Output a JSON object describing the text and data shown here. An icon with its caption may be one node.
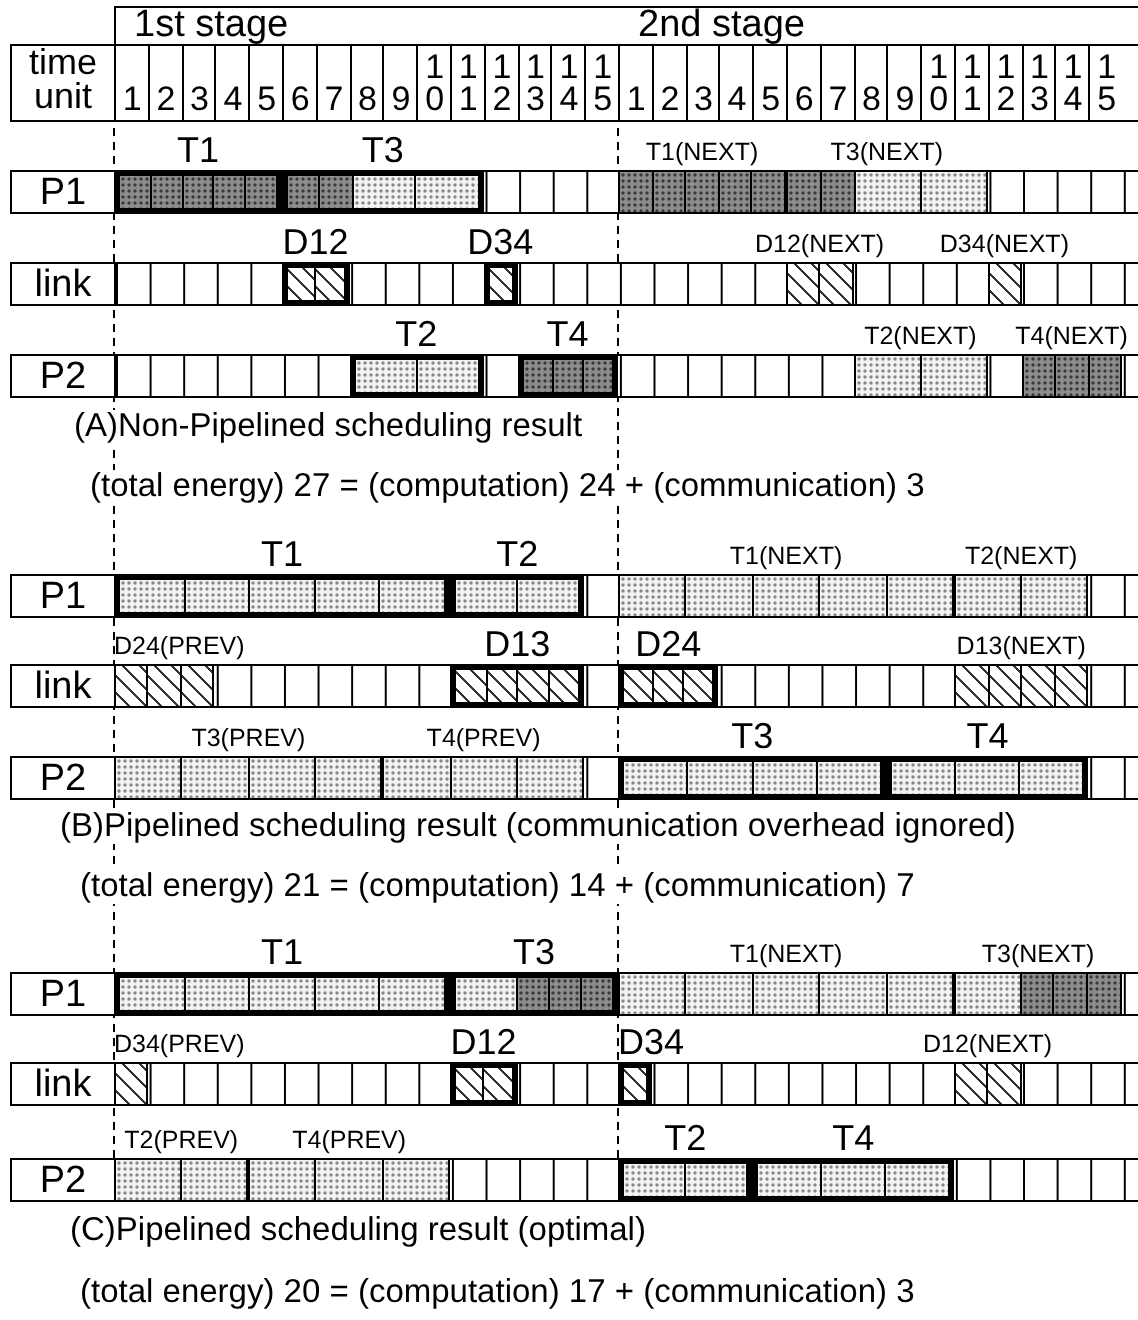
{
  "diagram": {
    "nodes": [
      {
        "text": [
          "P1"
        ]
      },
      {
        "text": [
          "T1"
        ]
      },
      {
        "text": [
          "T3"
        ]
      },
      {
        "text": [
          "T1(NEXT)"
        ]
      },
      {
        "text": [
          "T3(NEXT)"
        ]
      },
      {
        "text": [
          "link"
        ]
      },
      {
        "text": [
          "D12"
        ]
      },
      {
        "text": [
          "D34"
        ]
      },
      {
        "text": [
          "D12(NEXT)"
        ]
      },
      {
        "text": [
          "D34(NEXT)"
        ]
      },
      {
        "text": [
          "P2"
        ]
      },
      {
        "text": [
          "T2"
        ]
      },
      {
        "text": [
          "T4"
        ]
      },
      {
        "text": [
          "T2(NEXT)"
        ]
      },
      {
        "text": [
          "T4(NEXT)"
        ]
      },
      {
        "text": [
          "P1"
        ]
      },
      {
        "text": [
          "T1"
        ]
      },
      {
        "text": [
          "T2"
        ]
      },
      {
        "text": [
          "T1(NEXT)"
        ]
      },
      {
        "text": [
          "T2(NEXT)"
        ]
      },
      {
        "text": [
          "link"
        ]
      },
      {
        "text": [
          "D24(PREV)"
        ]
      },
      {
        "text": [
          "D13"
        ]
      },
      {
        "text": [
          "D24"
        ]
      },
      {
        "text": [
          "D13(NEXT)"
        ]
      },
      {
        "text": [
          "P2"
        ]
      },
      {
        "text": [
          "T3(PREV)"
        ]
      },
      {
        "text": [
          "T4(PREV)"
        ]
      },
      {
        "text": [
          "T3"
        ]
      },
      {
        "text": [
          "T4"
        ]
      },
      {
        "text": [
          "P1"
        ]
      },
      {
        "text": [
          "T1"
        ]
      },
      {
        "text": [
          "T3"
        ]
      },
      {
        "text": [
          "T1(NEXT)"
        ]
      },
      {
        "text": [
          "T3(NEXT)"
        ]
      },
      {
        "text": [
          "link"
        ]
      },
      {
        "text": [
          "D34(PREV)"
        ]
      },
      {
        "text": [
          "D12"
        ]
      },
      {
        "text": [
          "D34"
        ]
      },
      {
        "text": [
          "D12(NEXT)"
        ]
      },
      {
        "text": [
          "P2"
        ]
      },
      {
        "text": [
          "T2(PREV)"
        ]
      },
      {
        "text": [
          "T4(PREV)"
        ]
      },
      {
        "text": [
          "T2"
        ]
      },
      {
        "text": [
          "T4"
        ]
      }
    ],
    "labels": [
      "1st stage",
      "2nd stage",
      "time unit",
      "1",
      "2",
      "3",
      "4",
      "5",
      "6",
      "7",
      "8",
      "9",
      "10",
      "11",
      "12",
      "13",
      "14",
      "15",
      "1",
      "2",
      "3",
      "4",
      "5",
      "6",
      "7",
      "8",
      "9",
      "10",
      "11",
      "12",
      "13",
      "14",
      "15",
      "(A)Non-Pipelined scheduling result",
      "(total energy) 27 = (computation) 24 + (communication) 3",
      "(B)Pipelined scheduling result (communication overhead ignored)",
      "(total energy) 21 = (computation) 14 + (communication) 7",
      "(C)Pipelined scheduling result (optimal)",
      "(total energy) 20 = (computation) 17 + (communication) 3"
    ]
  }
}
